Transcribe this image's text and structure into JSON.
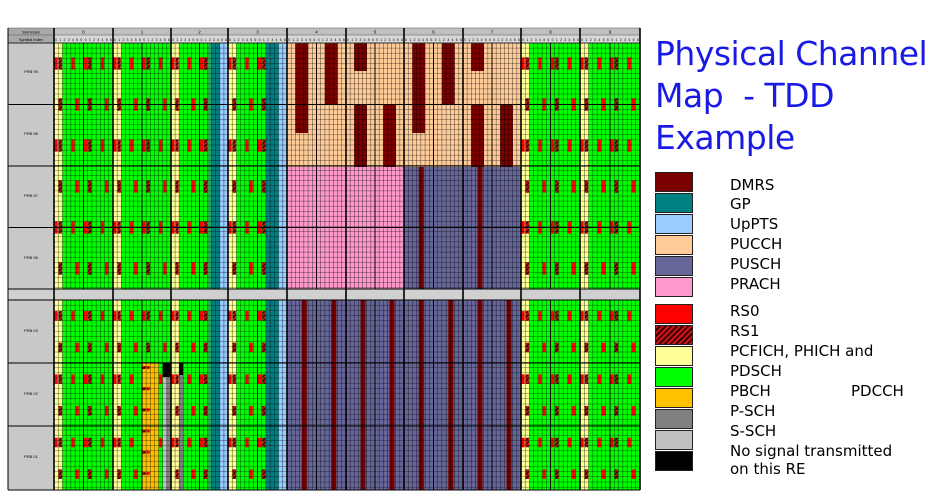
{
  "title_lines": [
    "Physical Channel",
    "Map  - TDD",
    "Example"
  ],
  "header_labels": [
    "Slot Index",
    "Symbol Index"
  ],
  "subframes": [
    "0",
    "1",
    "2",
    "3",
    "4",
    "5",
    "6",
    "7",
    "8",
    "9"
  ],
  "symbol_indices": [
    "0",
    "1",
    "2",
    "3",
    "4",
    "5",
    "6",
    "0",
    "1",
    "2",
    "3",
    "4",
    "5",
    "6"
  ],
  "prb_labels": [
    "PRB 99",
    "PRB 98",
    "PRB 97",
    "PRB 96",
    "PRB 03",
    "PRB 02",
    "PRB 01"
  ],
  "legend": [
    {
      "label": "DMRS",
      "color": "#7a0000"
    },
    {
      "label": "GP",
      "color": "#008080"
    },
    {
      "label": "UpPTS",
      "color": "#99ccff"
    },
    {
      "label": "PUCCH",
      "color": "#ffcc99"
    },
    {
      "label": "PUSCH",
      "color": "#666699"
    },
    {
      "label": "PRACH",
      "color": "#ff99cc"
    },
    {
      "label": "RS0",
      "color": "#ff0000"
    },
    {
      "label": "RS1",
      "color": "#3a0000"
    },
    {
      "label": "PCFICH, PHICH and",
      "color": "#ffff99"
    },
    {
      "label": "PDSCH",
      "color": "#00ff00"
    },
    {
      "label": "PBCH",
      "color": "#ffc000"
    },
    {
      "label": "P-SCH",
      "color": "#808080"
    },
    {
      "label": "S-SCH",
      "color": "#c0c0c0"
    },
    {
      "label": "No signal transmitted\non this RE",
      "color": "#000000"
    }
  ],
  "legend_extra": "PDCCH"
}
